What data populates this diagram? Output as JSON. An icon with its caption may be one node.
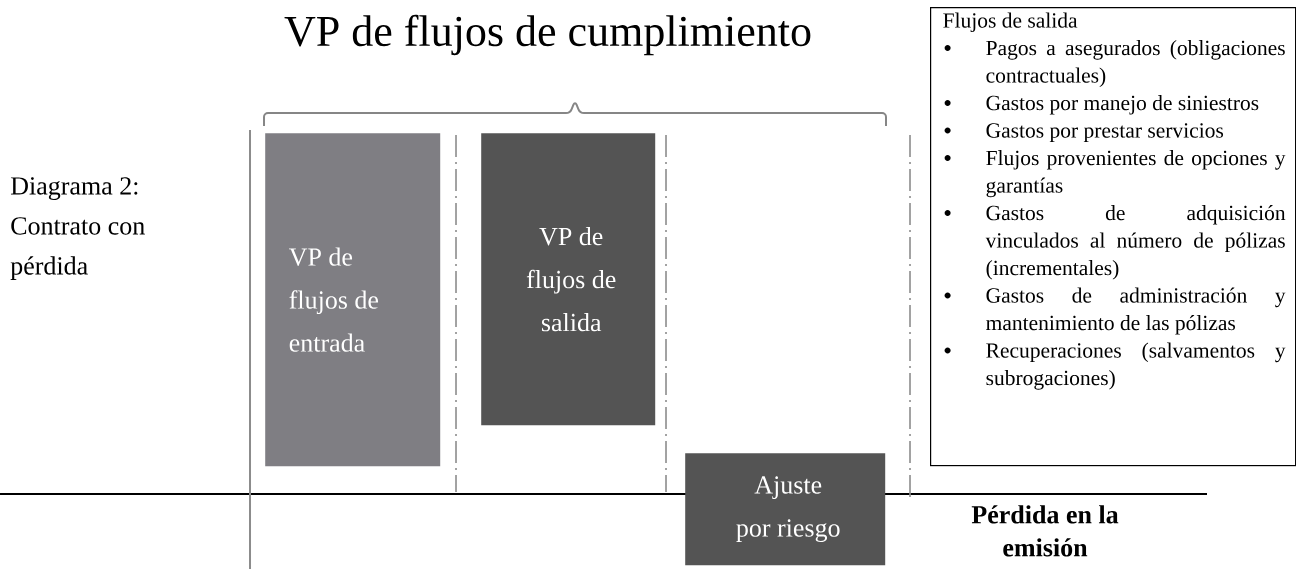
{
  "diagram": {
    "title": "VP de flujos de cumplimiento",
    "nodes": [
      {
        "text": [
          "VP de flujos de entrada"
        ]
      },
      {
        "text": [
          "VP de flujos de salida"
        ]
      },
      {
        "text": [
          "Ajuste por riesgo"
        ]
      },
      {
        "text": [
          "Flujos de salida",
          "Pagos a asegurados (obligaciones contractuales)",
          "Gastos por manejo de siniestros",
          "Gastos por prestar servicios",
          "Flujos provenientes de opciones y garantías",
          "Gastos de adquisición vinculados al número de pólizas (incrementales)",
          "Gastos de administración y mantenimiento de las pólizas",
          "Recuperaciones (salvamentos y subrogaciones)"
        ]
      }
    ],
    "labels": [
      "Diagrama 2: Contrato con pérdida",
      "Pérdida en la emisión"
    ]
  }
}
